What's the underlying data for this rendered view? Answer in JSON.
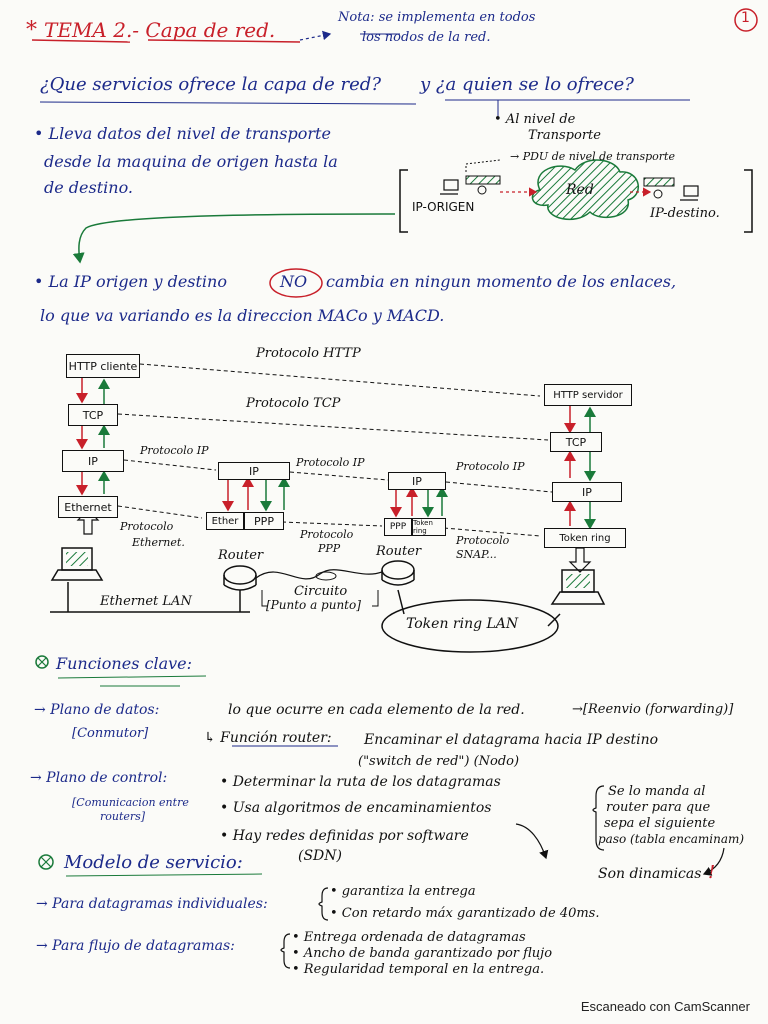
{
  "header": {
    "title": "TEMA 2.- Capa de red.",
    "page_number": "1",
    "note_line1": "Nota: se implementa en todos",
    "note_line2": "los nodos de la red."
  },
  "question": {
    "left": "¿Que servicios ofrece la capa de red?",
    "right": "y ¿a quien se lo ofrece?",
    "answer_line1": "• Al nivel de",
    "answer_line2": "Transporte"
  },
  "intro": {
    "line1": "• Lleva datos del nivel de transporte",
    "line2": "desde la maquina de origen hasta la",
    "line3": "de destino."
  },
  "net_diagram": {
    "pdu_label": "→ PDU de nivel de transporte",
    "cloud_label": "Red",
    "ip_origin": "IP-ORIGEN",
    "ip_dest": "IP-destino."
  },
  "ip_note": {
    "line1_a": "• La IP origen y destino",
    "no_label": "NO",
    "line1_b": "cambia en ningun momento de los enlaces,",
    "line2": "lo que va variando es la direccion MACo y MACD."
  },
  "stack_diagram": {
    "http_client": "HTTP cliente",
    "tcp_left": "TCP",
    "ip_left": "IP",
    "ethernet": "Ethernet",
    "router1_ip": "IP",
    "router1_ether": "Ether",
    "router1_ppp": "PPP",
    "router2_ip": "IP",
    "router2_ppp": "PPP",
    "router2_token": "Token ring",
    "http_server": "HTTP servidor",
    "tcp_right": "TCP",
    "ip_right": "IP",
    "token_right": "Token ring",
    "proto_http": "Protocolo HTTP",
    "proto_tcp": "Protocolo TCP",
    "proto_ip1": "Protocolo IP",
    "proto_ip2": "Protocolo IP",
    "proto_ip3": "Protocolo IP",
    "proto_ethernet_1": "Protocolo",
    "proto_ethernet_2": "Ethernet.",
    "proto_ppp_1": "Protocolo",
    "proto_ppp_2": "PPP",
    "proto_snap_1": "Protocolo",
    "proto_snap_2": "SNAP...",
    "router_label_1": "Router",
    "router_label_2": "Router",
    "circuit_1": "Circuito",
    "circuit_2": "[Punto a punto]",
    "ethernet_lan": "Ethernet LAN",
    "token_lan": "Token ring LAN"
  },
  "funciones": {
    "heading": "Funciones clave:",
    "plano_datos": "→ Plano de datos:",
    "plano_datos_desc": "lo que ocurre en cada elemento de la red.",
    "reenvio": "→[Reenvio (forwarding)]",
    "conmutor": "[Conmutor]",
    "funcion_router": "↳ Función router:",
    "funcion_router_desc": "Encaminar el datagrama hacia IP destino",
    "switch_note": "(\"switch de red\") (Nodo)",
    "plano_control": "→ Plano de control:",
    "comunicacion_1": "[Comunicacion entre",
    "comunicacion_2": "routers]",
    "control_1": "• Determinar la ruta de los datagramas",
    "control_2": "• Usa algoritmos de encaminamientos",
    "control_3": "• Hay redes definidas por software",
    "sdn": "(SDN)",
    "side_1": "Se lo manda al",
    "side_2": "router para que",
    "side_3": "sepa el siguiente",
    "side_4": "paso (tabla encaminam)",
    "son_dinamicas": "Son dinamicas",
    "exclaim": "!"
  },
  "modelo": {
    "heading": "Modelo de servicio:",
    "individual": "→ Para datagramas individuales:",
    "ind_1": "• garantiza la entrega",
    "ind_2": "• Con retardo máx garantizado de 40ms.",
    "flujo": "→ Para flujo de datagramas:",
    "flu_1": "• Entrega ordenada de datagramas",
    "flu_2": "• Ancho de banda garantizado por flujo",
    "flu_3": "• Regularidad temporal en la entrega."
  },
  "footer": {
    "scanner": "Escaneado con CamScanner"
  }
}
